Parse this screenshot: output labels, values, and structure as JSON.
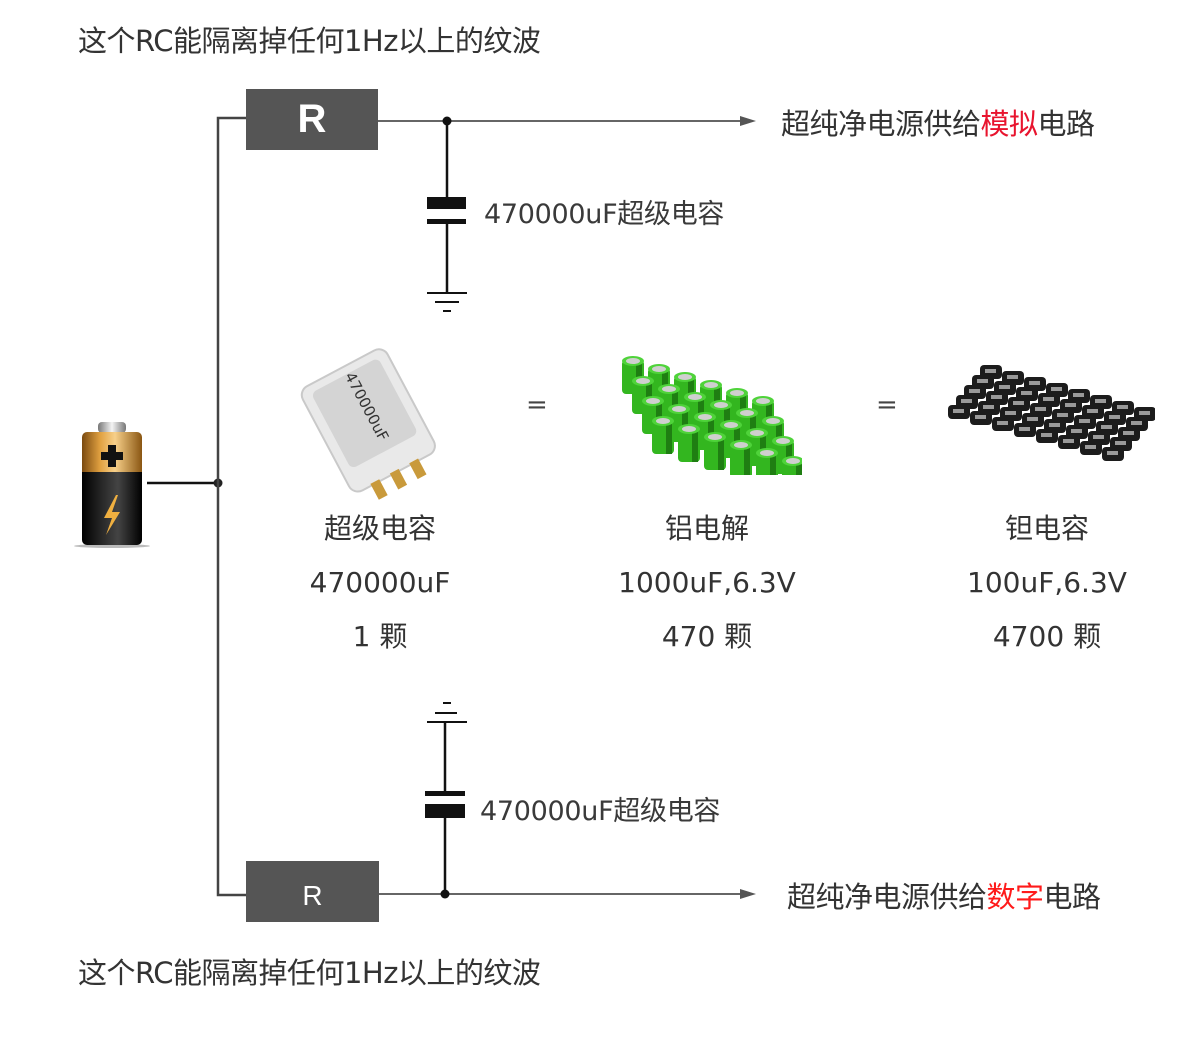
{
  "top_heading": "这个RC能隔离掉任何1Hz以上的纹波",
  "bottom_heading": "这个RC能隔离掉任何1Hz以上的纹波",
  "top_branch": {
    "resistor_label": "R",
    "capacitor_label": "470000uF超级电容",
    "output_prefix": "超纯净电源供给",
    "output_highlight": "模拟",
    "output_suffix": "电路"
  },
  "bottom_branch": {
    "resistor_label": "R",
    "capacitor_label": "470000uF超级电容",
    "output_prefix": "超纯净电源供给",
    "output_highlight": "数字",
    "output_suffix": "电路"
  },
  "equals": [
    "=",
    "="
  ],
  "comparison": [
    {
      "name": "超级电容",
      "spec": "470000uF",
      "count": "1 颗",
      "printed_on_part": "470000uF",
      "icon": "supercapacitor-icon"
    },
    {
      "name": "铝电解",
      "spec": "1000uF,6.3V",
      "count": "470 颗",
      "icon": "electrolytic-capacitors-icon"
    },
    {
      "name": "钽电容",
      "spec": "100uF,6.3V",
      "count": "4700 颗",
      "icon": "tantalum-capacitors-icon"
    }
  ],
  "colors": {
    "highlight": "#e8142e",
    "resistor": "#555555",
    "wire": "#555555",
    "text": "#333333"
  }
}
